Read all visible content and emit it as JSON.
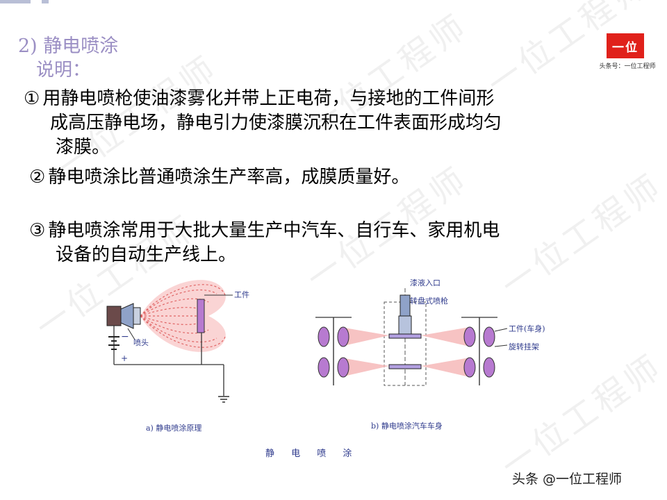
{
  "header": {
    "section_title": "2) 静电喷涂",
    "subtitle": "说明："
  },
  "logo": {
    "text": "一位",
    "caption": "头条号：一位工程师",
    "color": "#e0211b"
  },
  "body": {
    "p1": {
      "number": "①",
      "line1": "用静电喷枪使油漆雾化并带上正电荷，与接地的工件间形",
      "line2": "成高压静电场，静电引力使漆膜沉积在工件表面形成均匀",
      "line3": "漆膜。"
    },
    "p2": {
      "number": "②",
      "line1": "静电喷涂比普通喷涂生产率高，成膜质量好。"
    },
    "p3": {
      "number": "③",
      "line1": "静电喷涂常用于大批大量生产中汽车、自行车、家用机电",
      "line2": "设备的自动生产线上。"
    }
  },
  "figures": {
    "a": {
      "caption": "a) 静电喷涂原理",
      "workpiece_label": "工件",
      "nozzle_label": "喷头",
      "minus_sign": "−",
      "plus_sign": "+"
    },
    "b": {
      "caption": "b) 静电喷涂汽车车身",
      "paint_inlet_label": "漆液入口",
      "gun_label": "转盘式喷枪",
      "workpiece_label": "工件(车身)",
      "hanger_label": "旋转挂架"
    },
    "overall_caption": "静 电 喷 涂"
  },
  "watermark": {
    "text": "一位工程师",
    "footer": "头条 @一位工程师"
  },
  "colors": {
    "title": "#9b8fc4",
    "spray": "#e98a8a",
    "workpiece": "#b77ad0",
    "figure_text": "#2e3a8c"
  }
}
